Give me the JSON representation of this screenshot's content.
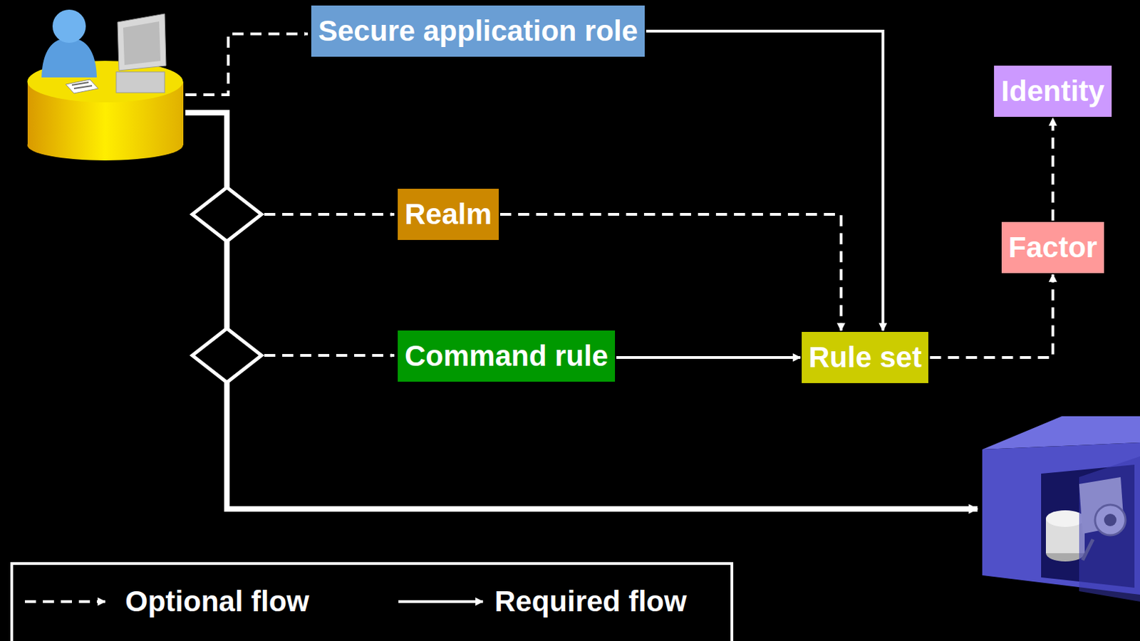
{
  "diagram": {
    "nodes": [
      {
        "text": [
          "Secure application role"
        ]
      },
      {
        "text": [
          "Identity"
        ]
      },
      {
        "text": [
          "Realm"
        ]
      },
      {
        "text": [
          "Factor"
        ]
      },
      {
        "text": [
          "Command rule"
        ]
      },
      {
        "text": [
          "Rule set"
        ]
      }
    ],
    "edges": [
      {
        "from": 0,
        "to": 5,
        "arrow": "to"
      },
      {
        "from": 2,
        "to": 5,
        "arrow": "to"
      },
      {
        "from": 4,
        "to": 5,
        "arrow": "to"
      },
      {
        "from": 5,
        "to": 3,
        "arrow": "to"
      },
      {
        "from": 3,
        "to": 1,
        "arrow": "to"
      }
    ],
    "legend": [
      {
        "text": "Optional flow"
      },
      {
        "text": "Required flow"
      }
    ]
  }
}
